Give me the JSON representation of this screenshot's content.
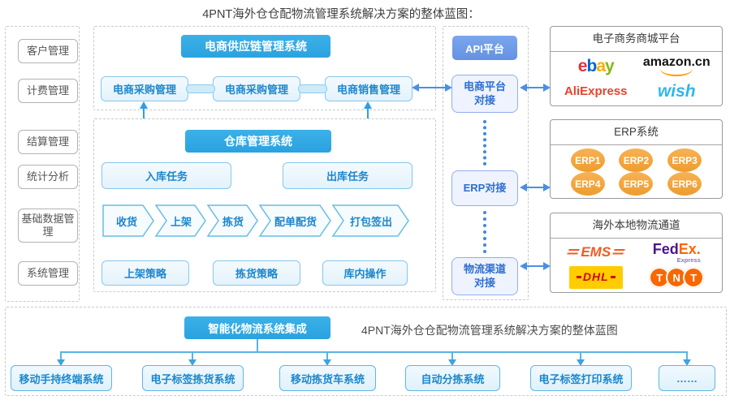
{
  "title": "4PNT海外仓仓配物流管理系统解决方案的整体蓝图：",
  "sidebar": {
    "items": [
      "客户管理",
      "计费管理",
      "结算管理",
      "统计分析",
      "基础数据管理",
      "系统管理"
    ]
  },
  "supply_chain": {
    "header": "电商供应链管理系统",
    "modules": [
      "电商采购管理",
      "电商采购管理",
      "电商销售管理"
    ]
  },
  "warehouse": {
    "header": "仓库管理系统",
    "inbound": "入库任务",
    "outbound": "出库任务",
    "flow": [
      "收货",
      "上架",
      "拣货",
      "配单配货",
      "打包签出"
    ],
    "strategies": [
      "上架策略",
      "拣货策略",
      "库内操作"
    ]
  },
  "api": {
    "header": "API平台",
    "nodes": [
      "电商平台对接",
      "ERP对接",
      "物流渠道对接"
    ]
  },
  "platforms": {
    "header": "电子商务商城平台",
    "ebay_letters": [
      "e",
      "b",
      "a",
      "y"
    ],
    "amazon": "amazon.cn",
    "aliexpress": "AliExpress",
    "wish": "wish"
  },
  "erp": {
    "header": "ERP系统",
    "items": [
      "ERP1",
      "ERP2",
      "ERP3",
      "ERP4",
      "ERP5",
      "ERP6"
    ]
  },
  "logistics": {
    "header": "海外本地物流通道",
    "ems": "EMS",
    "fedex_fed": "Fed",
    "fedex_ex": "Ex.",
    "fedex_express": "Express",
    "dhl": "DHL",
    "tnt_letters": [
      "T",
      "N",
      "T"
    ]
  },
  "integration": {
    "header": "智能化物流系统集成",
    "caption": "4PNT海外仓仓配物流管理系统解决方案的整体蓝图",
    "systems": [
      "移动手持终端系统",
      "电子标签拣货系统",
      "移动拣货车系统",
      "自动分拣系统",
      "电子标签打印系统",
      "……"
    ]
  },
  "colors": {
    "section_header_blue": "#2fa9e2",
    "api_header_blue": "#6d9be7",
    "box_text_blue": "#1b87cc",
    "api_node_text_blue": "#2e6ed0",
    "arrow_blue": "#2f9ee2",
    "erp_orange": "#f2a23c",
    "ebay_red": "#e53238",
    "ebay_blue": "#0064d2",
    "ebay_yellow": "#f5af02",
    "ebay_green": "#86b817",
    "amazon_orange": "#ff9900",
    "aliexpress_red": "#e8442c",
    "wish_blue": "#2fb7ec",
    "ems_orange": "#f15a22",
    "fedex_purple": "#4d148c",
    "fedex_orange": "#ff6600",
    "dhl_yellow": "#ffcc00",
    "dhl_red": "#d40511",
    "tnt_orange": "#f96800"
  }
}
